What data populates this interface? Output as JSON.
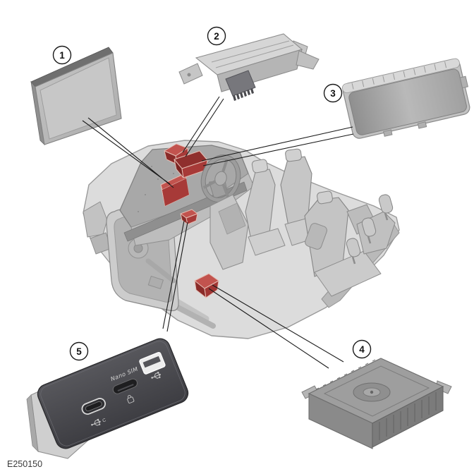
{
  "figure": {
    "code": "E250150"
  },
  "callouts": [
    {
      "label": "1"
    },
    {
      "label": "2"
    },
    {
      "label": "3"
    },
    {
      "label": "4"
    },
    {
      "label": "5"
    }
  ],
  "usb_module": {
    "sim_label": "Nano SIM",
    "usb_c_label": "C"
  },
  "icons": [
    {
      "name": "usb-c-port"
    },
    {
      "name": "usb-trident-c-icon"
    },
    {
      "name": "nano-sim-slot"
    },
    {
      "name": "sim-lock-icon"
    },
    {
      "name": "usb-a-port"
    },
    {
      "name": "usb-trident-icon"
    }
  ],
  "colors": {
    "highlight_red": "#a73a38",
    "highlight_red_light": "#c2534e",
    "highlight_red_dark": "#8a2b29",
    "highlight_halo": "#e4bcb2",
    "leader_line": "#1a1a1a",
    "part_gray": "#c2c2c2",
    "usb_module_face": "#47474c"
  }
}
